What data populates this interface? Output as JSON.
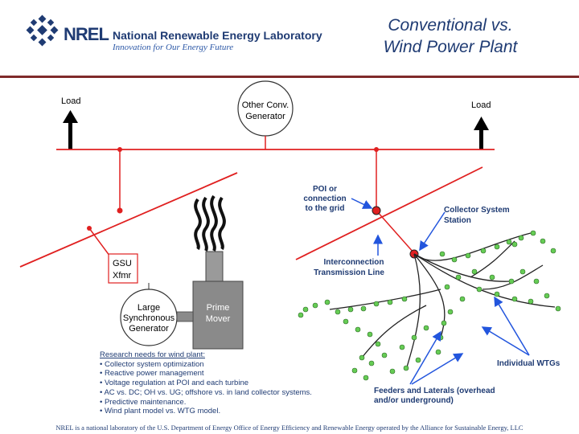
{
  "header": {
    "logo_wordmark": "NREL",
    "org_name": "National Renewable Energy Laboratory",
    "org_tagline": "Innovation for Our Energy Future",
    "title_line1": "Conventional vs.",
    "title_line2": "Wind Power Plant"
  },
  "diagram": {
    "load_left": "Load",
    "load_right": "Load",
    "other_gen_line1": "Other Conv.",
    "other_gen_line2": "Generator",
    "gsu_line1": "GSU",
    "gsu_line2": "Xfmr",
    "sync_gen_line1": "Large",
    "sync_gen_line2": "Synchronous",
    "sync_gen_line3": "Generator",
    "prime_mover_line1": "Prime",
    "prime_mover_line2": "Mover",
    "poi_line1": "POI or",
    "poi_line2": "connection",
    "poi_line3": "to the grid",
    "collector_line1": "Collector System",
    "collector_line2": "Station",
    "interconnect_line1": "Interconnection",
    "interconnect_line2": "Transmission Line",
    "individual_wtgs": "Individual WTGs",
    "feeders_line1": "Feeders and Laterals (overhead",
    "feeders_line2": "and/or underground)"
  },
  "research": {
    "title": "Research needs for wind plant:",
    "items": [
      "• Collector system optimization",
      "• Reactive power management",
      "• Voltage regulation at POI and each turbine",
      "• AC vs. DC; OH vs. UG; offshore vs. in land collector systems.",
      "• Predictive maintenance.",
      "• Wind plant model vs. WTG model."
    ]
  },
  "footer": "NREL is a national laboratory of the U.S. Department of Energy Office of Energy Efficiency and Renewable Energy operated by the Alliance for Sustainable Energy, LLC",
  "colors": {
    "brand_navy": "#1f3b73",
    "line_red": "#e02020",
    "arrow_blue": "#2255dd",
    "turbine_green": "#66cc55",
    "divider": "#7f2a2a"
  }
}
